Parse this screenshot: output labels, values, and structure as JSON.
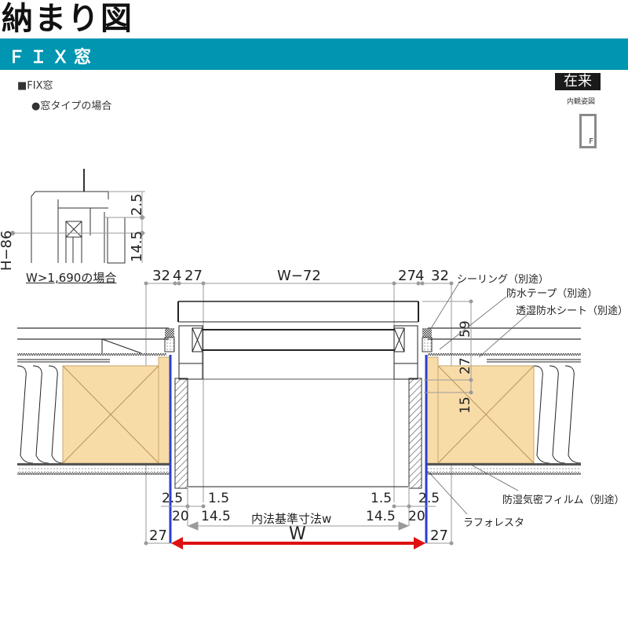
{
  "header": {
    "title": "納まり図",
    "banner": "ＦＩＸ窓",
    "banner_color": "#0095b0",
    "section_title": "■FIX窓",
    "case_label": "●窓タイプの場合"
  },
  "badge": {
    "label": "在来",
    "caption": "内観姿図",
    "elevation_letter": "F",
    "badge_color": "#1a1a1a"
  },
  "vertical_section": {
    "height_label": "H−86",
    "dims": [
      "2.5",
      "14.5"
    ],
    "note": "W>1,690の場合"
  },
  "top_dims": {
    "left": [
      "32",
      "4",
      "27"
    ],
    "center": "W−72",
    "right": [
      "27",
      "4",
      "32"
    ]
  },
  "side_dims": {
    "d59": "59",
    "d27": "27",
    "d15": "15"
  },
  "callouts": {
    "sealing": "シーリング（別途）",
    "waterproof_tape": "防水テープ（別途）",
    "breathable_sheet": "透湿防水シート（別途）",
    "vapor_film": "防湿気密フィルム（別途）",
    "lath": "ラフォレスタ"
  },
  "bottom_dims": {
    "left_25": "2.5",
    "left_15": "1.5",
    "left_20": "20",
    "left_145": "14.5",
    "right_15": "1.5",
    "right_25": "2.5",
    "right_145": "14.5",
    "right_20": "20",
    "inner_label": "内法基準寸法w",
    "left_27": "27",
    "right_27": "27",
    "width_label": "W"
  },
  "colors": {
    "wood": "#f8dca8",
    "blue_line": "#2a3fd0",
    "red_arrow": "#dd1111",
    "dim_gray": "#9a9a9a"
  }
}
